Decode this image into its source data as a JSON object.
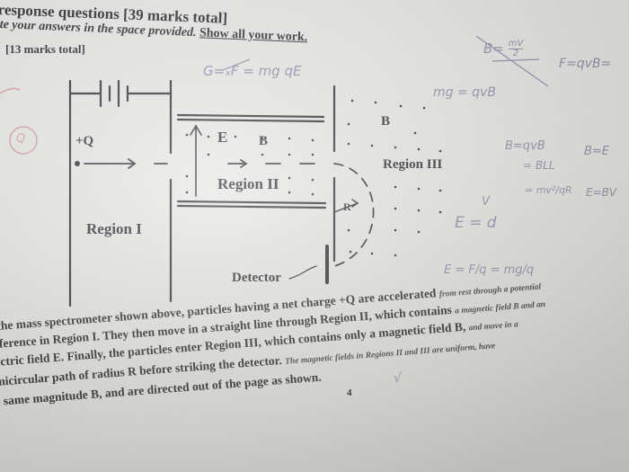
{
  "document": {
    "header": {
      "line1": "response questions [39 marks total]",
      "line2_italic": "te your answers in the space provided.",
      "line2_link": "Show all your work."
    },
    "marks_label": "[13 marks total]",
    "diagram": {
      "charge_label": "+Q",
      "region1": "Region I",
      "region2": "Region II",
      "region3": "Region III",
      "field_e": "E",
      "field_b_region2": "B",
      "field_b_region3": "B",
      "radius": "R",
      "detector": "Detector"
    },
    "paragraph": {
      "line1_main": "the mass spectrometer shown above, particles having a net charge +Q are accelerated",
      "line1_tail": "from rest through a potential",
      "line2_main": "fference in Region I. They then move in a straight line through Region II, which contains",
      "line2_tail": "a magnetic field B and an",
      "line3_main": "ectric field E. Finally, the particles enter Region III, which contains only a magnetic field B,",
      "line3_tail": "and move in a",
      "line4_main": "micircular path of radius R before striking the detector.",
      "line4_tail": "The magnetic fields in Regions II and III are uniform, have",
      "line5_main": "e same magnitude B, and are directed out of the page as shown."
    },
    "page_number": "4"
  },
  "handwriting": {
    "top_right_1": "B=",
    "top_right_frac_num": "mV",
    "top_right_frac_den": "2",
    "top_right_2": "F=qvB=",
    "top_mid": "G=ₓF = mg  qE",
    "mid_mg": "mg = qvB",
    "b_eq": "B=qvB",
    "b_eq2": "= BLL",
    "frac_eq": "= mv²/qR",
    "v_over_d": "V",
    "e_eq": "E = d",
    "be_right": "B=E",
    "ev_right": "E=BV",
    "e_lower": "E = F/q = mg/q",
    "q_circle": "Q",
    "check": "√"
  },
  "colors": {
    "ink": "#2a2a2a",
    "pencil": "#8e8ea8",
    "red_pen": "#d7a0a0"
  }
}
